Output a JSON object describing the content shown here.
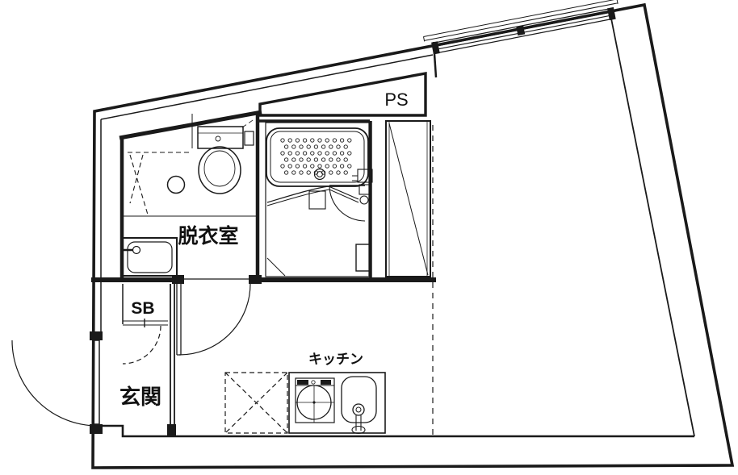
{
  "title": "apartment-floor-plan",
  "colors": {
    "line": "#1a1a1a",
    "background": "#ffffff"
  },
  "labels": {
    "ps": "PS",
    "shoe_box": "SB",
    "entrance": "玄関",
    "dressing_room": "脱衣室",
    "kitchen": "キッチン"
  }
}
